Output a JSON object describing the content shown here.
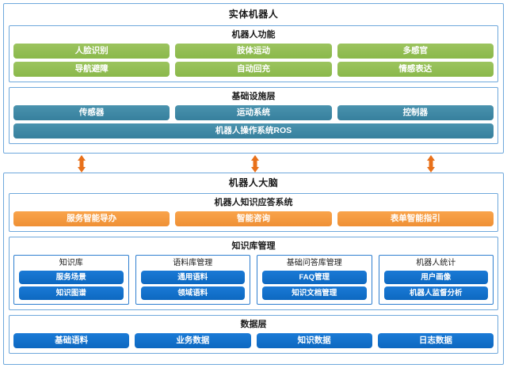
{
  "diagram": {
    "physical_robot": {
      "title": "实体机器人",
      "functions": {
        "title": "机器人功能",
        "rows": [
          [
            "人脸识别",
            "肢体运动",
            "多感官"
          ],
          [
            "导航避障",
            "自动回充",
            "情感表达"
          ]
        ],
        "color": "#93bf55"
      },
      "infrastructure": {
        "title": "基础设施层",
        "rows": [
          [
            "传感器",
            "运动系统",
            "控制器"
          ],
          [
            "机器人操作系统ROS"
          ]
        ],
        "color": "#3f89a6"
      }
    },
    "connectors": {
      "icon": "double-headed-vertical-arrow",
      "color": "#e8701a",
      "count": 3
    },
    "robot_brain": {
      "title": "机器人大脑",
      "qa_system": {
        "title": "机器人知识应答系统",
        "rows": [
          [
            "服务智能导办",
            "智能咨询",
            "表单智能指引"
          ]
        ],
        "color": "#f59a3f"
      },
      "knowledge_management": {
        "title": "知识库管理",
        "cards": [
          {
            "title": "知识库",
            "items": [
              "服务场景",
              "知识图谱"
            ]
          },
          {
            "title": "语料库管理",
            "items": [
              "通用语料",
              "领域语料"
            ]
          },
          {
            "title": "基础问答库管理",
            "items": [
              "FAQ管理",
              "知识文档管理"
            ]
          },
          {
            "title": "机器人统计",
            "items": [
              "用户画像",
              "机器人监督分析"
            ]
          }
        ],
        "color": "#1372cc"
      },
      "data_layer": {
        "title": "数据层",
        "rows": [
          [
            "基础语料",
            "业务数据",
            "知识数据",
            "日志数据"
          ]
        ],
        "color": "#1372cc"
      }
    }
  }
}
